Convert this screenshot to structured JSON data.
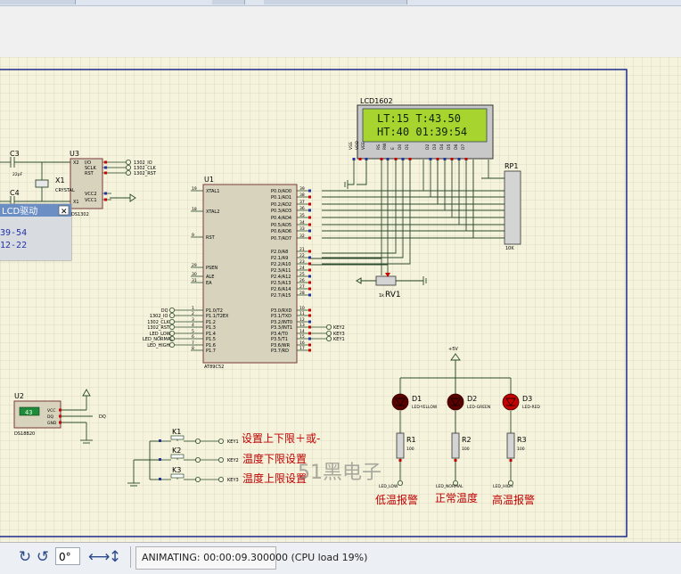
{
  "status": {
    "angle_value": "0°",
    "message": "ANIMATING: 00:00:09.300000 (CPU load 19%)"
  },
  "lcd": {
    "name": "LCD1602",
    "line1": "LT:15  T:43.50",
    "line2": "HT:40  01:39:54"
  },
  "popup": {
    "title": "LCD驱动",
    "line1": "39-54",
    "line2": "12-22"
  },
  "components": {
    "u1": "U1",
    "u1_part": "AT89C52",
    "u2": "U2",
    "u2_part": "DS18B20",
    "u2_reading": "43",
    "u3": "U3",
    "u3_part": "DS1302",
    "c3": "C3",
    "c3_value": "22pF",
    "c4": "C4",
    "x1": "X1",
    "x1_part": "CRYSTAL",
    "rp1": "RP1",
    "rp1_value": "10K",
    "rv1": "RV1",
    "rv1_value": "1k",
    "k1": "K1",
    "k2": "K2",
    "k3": "K3",
    "d1": "D1",
    "d1_part": "LED-YELLOW",
    "d2": "D2",
    "d2_part": "LED-GREEN",
    "d3": "D3",
    "d3_part": "LED-RED",
    "r1": "R1",
    "r2": "R2",
    "r3": "R3",
    "r_value": "100",
    "supply": "+5V"
  },
  "labels": {
    "key1_text": "设置上下限＋或-",
    "key2_text": "温度下限设置",
    "key3_text": "温度上限设置",
    "led1_text": "低温报警",
    "led2_text": "正常温度",
    "led3_text": "高温报警",
    "watermark": "51黑电子"
  },
  "nets": {
    "u3_io": [
      "1302_IO",
      "1302_CLK",
      "1302_RST"
    ],
    "u1_left_nets": [
      "DQ",
      "1302_IO",
      "1302_CLK",
      "1302_RST",
      "LED_LOW",
      "LED_NORMAL",
      "LED_HIGH"
    ],
    "u1_right_keys": [
      "KEY2",
      "KEY3",
      "KEY1"
    ],
    "key_nets": [
      "KEY1",
      "KEY2",
      "KEY3"
    ],
    "dq": "DQ",
    "led_nets": [
      "LED_LOW",
      "LED_NORMAL",
      "LED_HIGH"
    ]
  },
  "pins": {
    "u1_left": [
      {
        "num": "19",
        "name": "XTAL1"
      },
      {
        "num": "18",
        "name": "XTAL2"
      },
      {
        "num": "9",
        "name": "RST"
      },
      {
        "num": "29",
        "name": "PSEN"
      },
      {
        "num": "30",
        "name": "ALE"
      },
      {
        "num": "31",
        "name": "EA"
      },
      {
        "num": "1",
        "name": "P1.0/T2"
      },
      {
        "num": "2",
        "name": "P1.1/T2EX"
      },
      {
        "num": "3",
        "name": "P1.2"
      },
      {
        "num": "4",
        "name": "P1.3"
      },
      {
        "num": "5",
        "name": "P1.4"
      },
      {
        "num": "6",
        "name": "P1.5"
      },
      {
        "num": "7",
        "name": "P1.6"
      },
      {
        "num": "8",
        "name": "P1.7"
      }
    ],
    "u1_right": [
      {
        "num": "39",
        "name": "P0.0/AD0"
      },
      {
        "num": "38",
        "name": "P0.1/AD1"
      },
      {
        "num": "37",
        "name": "P0.2/AD2"
      },
      {
        "num": "36",
        "name": "P0.3/AD3"
      },
      {
        "num": "35",
        "name": "P0.4/AD4"
      },
      {
        "num": "34",
        "name": "P0.5/AD5"
      },
      {
        "num": "33",
        "name": "P0.6/AD6"
      },
      {
        "num": "32",
        "name": "P0.7/AD7"
      },
      {
        "num": "21",
        "name": "P2.0/A8"
      },
      {
        "num": "22",
        "name": "P2.1/A9"
      },
      {
        "num": "23",
        "name": "P2.2/A10"
      },
      {
        "num": "24",
        "name": "P2.3/A11"
      },
      {
        "num": "25",
        "name": "P2.4/A12"
      },
      {
        "num": "26",
        "name": "P2.5/A13"
      },
      {
        "num": "27",
        "name": "P2.6/A14"
      },
      {
        "num": "28",
        "name": "P2.7/A15"
      },
      {
        "num": "10",
        "name": "P3.0/RXD"
      },
      {
        "num": "11",
        "name": "P3.1/TXD"
      },
      {
        "num": "12",
        "name": "P3.2/INT0"
      },
      {
        "num": "13",
        "name": "P3.3/INT1"
      },
      {
        "num": "14",
        "name": "P3.4/T0"
      },
      {
        "num": "15",
        "name": "P3.5/T1"
      },
      {
        "num": "16",
        "name": "P3.6/WR"
      },
      {
        "num": "17",
        "name": "P3.7/RD"
      }
    ],
    "lcd_pins": [
      "VSS",
      "VDD",
      "VEE",
      "RS",
      "RW",
      "E",
      "D0",
      "D1",
      "D2",
      "D3",
      "D4",
      "D5",
      "D6",
      "D7"
    ],
    "u3_left": [
      "X2",
      "X1"
    ],
    "u3_right": [
      "I/O",
      "SCLK",
      "RST",
      "VCC2",
      "VCC1"
    ],
    "u2_pins": [
      "VCC",
      "DQ",
      "GND"
    ]
  }
}
